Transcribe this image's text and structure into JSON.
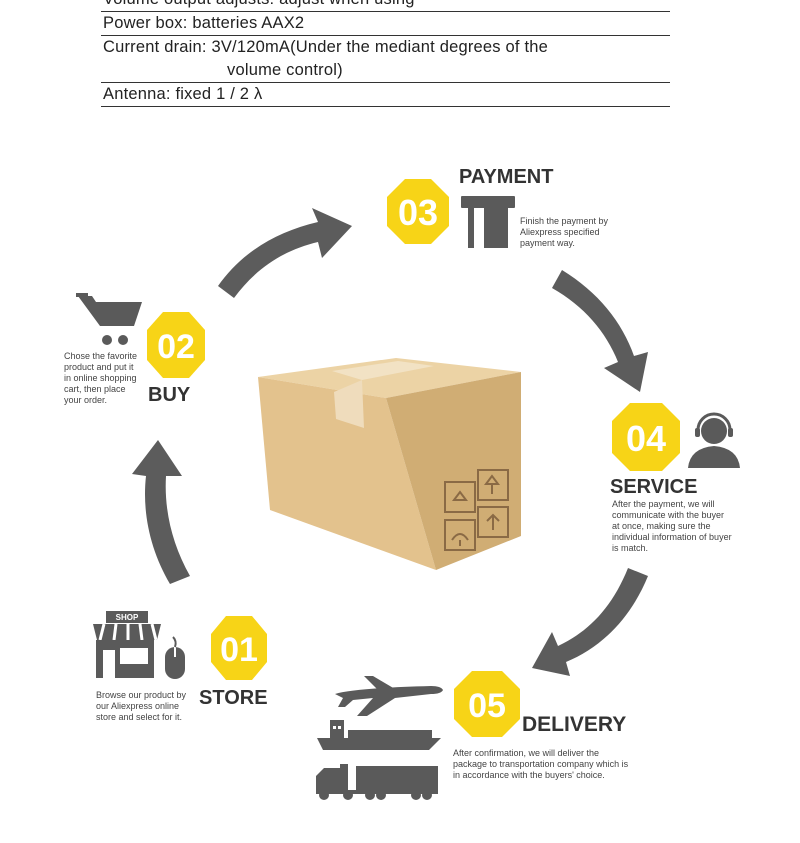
{
  "specs": [
    {
      "text": "Volume output adjusts: adjust when using"
    },
    {
      "text": "Power box: batteries AAX2"
    },
    {
      "text": "Current drain: 3V/120mA(Under the mediant degrees of the",
      "cont": "volume control)"
    },
    {
      "text": "Antenna: fixed 1 / 2 λ"
    }
  ],
  "steps": {
    "store": {
      "number": "01",
      "title": "STORE",
      "badge": "SHOP",
      "desc": [
        "Browse our product by",
        "our Aliexpress online",
        "store and select for it."
      ]
    },
    "buy": {
      "number": "02",
      "title": "BUY",
      "desc": [
        "Chose the favorite",
        "product and put it",
        "in online shopping",
        "cart, then place",
        "your order."
      ]
    },
    "payment": {
      "number": "03",
      "title": "PAYMENT",
      "desc": [
        "Finish the payment by",
        "Aliexpress specified",
        "payment way."
      ]
    },
    "service": {
      "number": "04",
      "title": "SERVICE",
      "desc": [
        "After the payment, we will",
        "communicate with the buyer",
        "at once, making sure the",
        "individual information of buyer",
        "is match."
      ]
    },
    "delivery": {
      "number": "05",
      "title": "DELIVERY",
      "desc": [
        "After confirmation, we will deliver the",
        "package to transportation company which is",
        "in accordance with the buyers' choice."
      ]
    }
  },
  "colors": {
    "accent": "#f7d417",
    "icon": "#5a5a5a",
    "arrow": "#5c5c5c",
    "box": "#dcb984"
  }
}
